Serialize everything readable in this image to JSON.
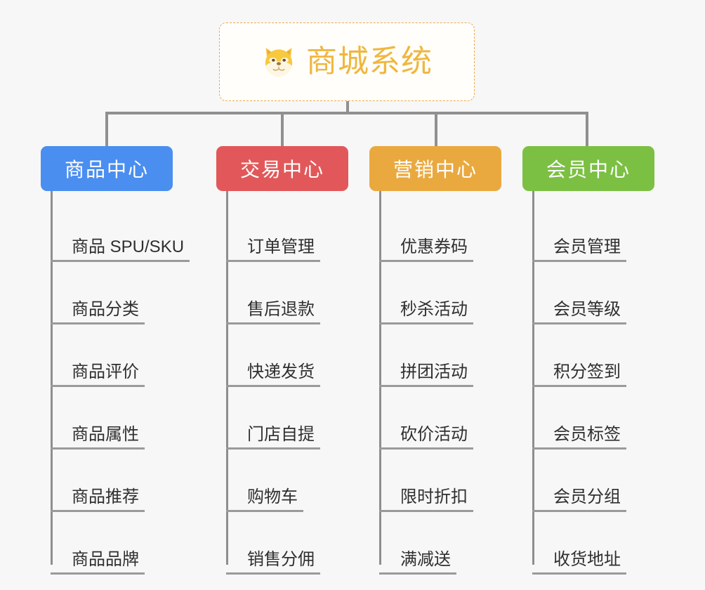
{
  "page": {
    "background_color": "#f7f7f7",
    "line_color": "#909090"
  },
  "root": {
    "title": "商城系统",
    "icon": "shiba-dog-face-emoji",
    "text_color": "#efb73f",
    "border_color": "#e8ab4a",
    "background_color": "#fffefb"
  },
  "columns": [
    {
      "key": "product",
      "label": "商品中心",
      "color": "#4a8ef0",
      "items": [
        "商品 SPU/SKU",
        "商品分类",
        "商品评价",
        "商品属性",
        "商品推荐",
        "商品品牌"
      ]
    },
    {
      "key": "trade",
      "label": "交易中心",
      "color": "#e2585a",
      "items": [
        "订单管理",
        "售后退款",
        "快递发货",
        "门店自提",
        "购物车",
        "销售分佣"
      ]
    },
    {
      "key": "marketing",
      "label": "营销中心",
      "color": "#eaa93f",
      "items": [
        "优惠券码",
        "秒杀活动",
        "拼团活动",
        "砍价活动",
        "限时折扣",
        "满减送"
      ]
    },
    {
      "key": "member",
      "label": "会员中心",
      "color": "#7cc043",
      "items": [
        "会员管理",
        "会员等级",
        "积分签到",
        "会员标签",
        "会员分组",
        "收货地址"
      ]
    }
  ]
}
